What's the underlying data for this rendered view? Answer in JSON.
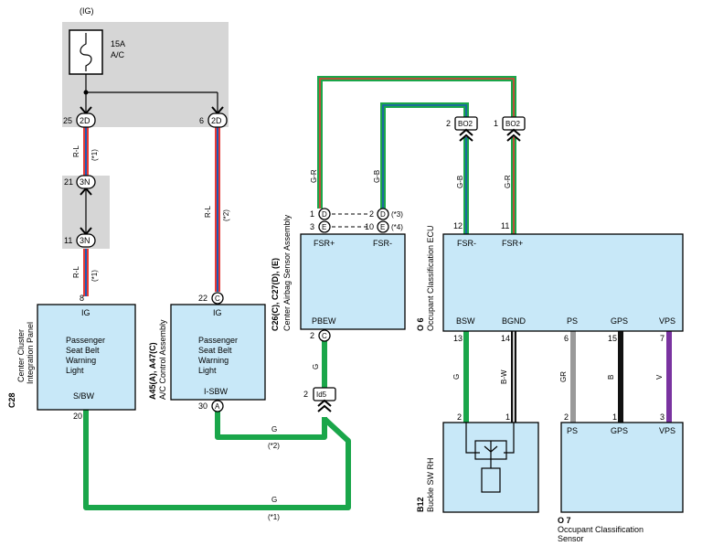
{
  "fuse": {
    "ig_label": "(IG)",
    "rating": "15A",
    "name": "A/C"
  },
  "connectors": {
    "c2d": "2D",
    "c3n": "3N",
    "bo2": "BO2",
    "id5": "Id5",
    "pin_d": "D",
    "pin_e": "E",
    "pin_c": "C",
    "pin_a": "A"
  },
  "pins": {
    "p25": "25",
    "p6": "6",
    "p21": "21",
    "p11": "11",
    "p8": "8",
    "p22": "22",
    "p20": "20",
    "p30": "30",
    "p1": "1",
    "p3": "3",
    "p2": "2",
    "p10": "10",
    "p12": "12",
    "p13": "13",
    "p14": "14",
    "p7": "7",
    "p15": "15"
  },
  "notes": {
    "n1": "(*1)",
    "n2": "(*2)",
    "n3": "(*3)",
    "n4": "(*4)"
  },
  "wires": {
    "rl": "R-L",
    "gr": "G-R",
    "gb": "G-B",
    "g": "G",
    "bw": "B-W",
    "grey": "GR",
    "b": "B",
    "v": "V"
  },
  "components": {
    "c28": {
      "code": "C28",
      "name_line1": "Center Cluster",
      "name_line2": "Integration Panel",
      "in_label": "IG",
      "out_label": "S/BW",
      "body": [
        "Passenger",
        "Seat Belt",
        "Warning",
        "Light"
      ]
    },
    "a45": {
      "code": "A45(A), A47(C)",
      "name": "A/C Control Assembly",
      "in_label": "IG",
      "out_label": "I-SBW",
      "body": [
        "Passenger",
        "Seat Belt",
        "Warning",
        "Light"
      ]
    },
    "c26": {
      "code": "C26(C), C27(D), (E)",
      "name": "Center Airbag Sensor Assembly",
      "fsr_plus": "FSR+",
      "fsr_minus": "FSR-",
      "pbew": "PBEW"
    },
    "o6": {
      "code": "O 6",
      "name": "Occupant Classification ECU",
      "fsr_minus": "FSR-",
      "fsr_plus": "FSR+",
      "bsw": "BSW",
      "bgnd": "BGND",
      "ps": "PS",
      "gps": "GPS",
      "vps": "VPS"
    },
    "b12": {
      "code": "B12",
      "name": "Buckle SW RH"
    },
    "o7": {
      "code": "O 7",
      "name_line1": "Occupant Classification",
      "name_line2": "Sensor",
      "ps": "PS",
      "gps": "GPS",
      "vps": "VPS"
    }
  },
  "colors": {
    "red": "#e53935",
    "blue": "#1e5ab4",
    "green": "#1aa64a",
    "grey": "#9a9a9a",
    "black": "#111111",
    "violet": "#7a33a0",
    "panel": "#c8e8f8"
  }
}
